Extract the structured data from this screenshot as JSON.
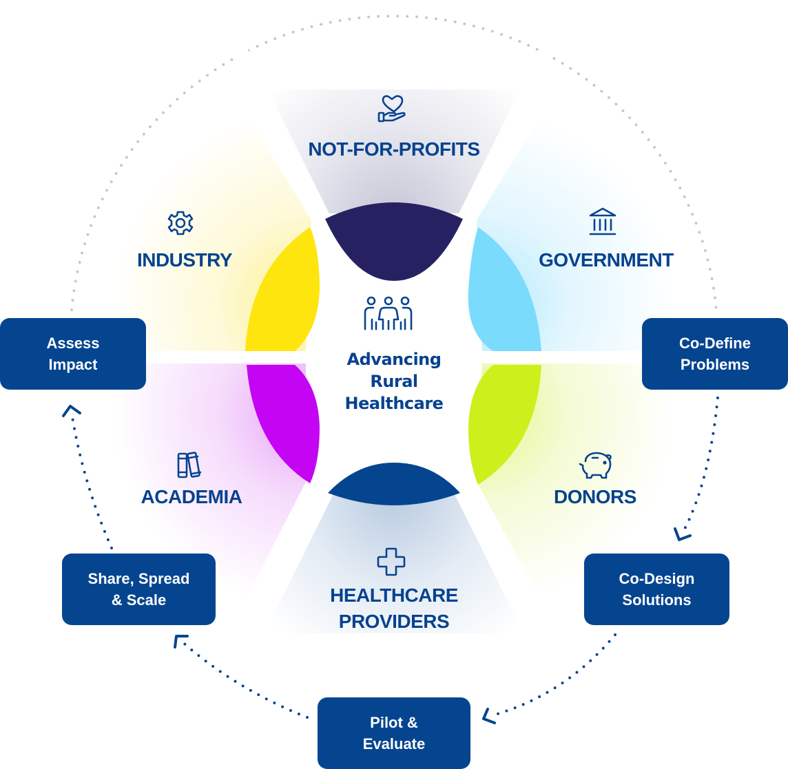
{
  "center": {
    "icon": "people-group-icon",
    "title_lines": [
      "Advancing",
      "Rural",
      "Healthcare"
    ]
  },
  "sectors": [
    {
      "id": "not-for-profits",
      "label": "NOT-FOR-PROFITS",
      "icon": "heart-in-hand-icon",
      "color": "#262262"
    },
    {
      "id": "government",
      "label": "GOVERNMENT",
      "icon": "government-building-icon",
      "color": "#7adbfc"
    },
    {
      "id": "donors",
      "label": "DONORS",
      "icon": "piggy-bank-icon",
      "color": "#cdf01c"
    },
    {
      "id": "healthcare-providers",
      "label_lines": [
        "HEALTHCARE",
        "PROVIDERS"
      ],
      "icon": "medical-cross-icon",
      "color": "#05458f"
    },
    {
      "id": "academia",
      "label": "ACADEMIA",
      "icon": "books-icon",
      "color": "#c404f2"
    },
    {
      "id": "industry",
      "label": "INDUSTRY",
      "icon": "gear-icon",
      "color": "#fee50e"
    }
  ],
  "cycle_steps": [
    {
      "id": "co-define-problems",
      "lines": [
        "Co-Define",
        "Problems"
      ]
    },
    {
      "id": "co-design-solutions",
      "lines": [
        "Co-Design",
        "Solutions"
      ]
    },
    {
      "id": "pilot-evaluate",
      "lines": [
        "Pilot &",
        "Evaluate"
      ]
    },
    {
      "id": "share-spread-scale",
      "lines": [
        "Share, Spread",
        "& Scale"
      ]
    },
    {
      "id": "assess-impact",
      "lines": [
        "Assess",
        "Impact"
      ]
    }
  ],
  "colors": {
    "brand_blue": "#05458f",
    "text_blue": "#06428f",
    "dotted_ring_gray": "#c8c8c8"
  }
}
